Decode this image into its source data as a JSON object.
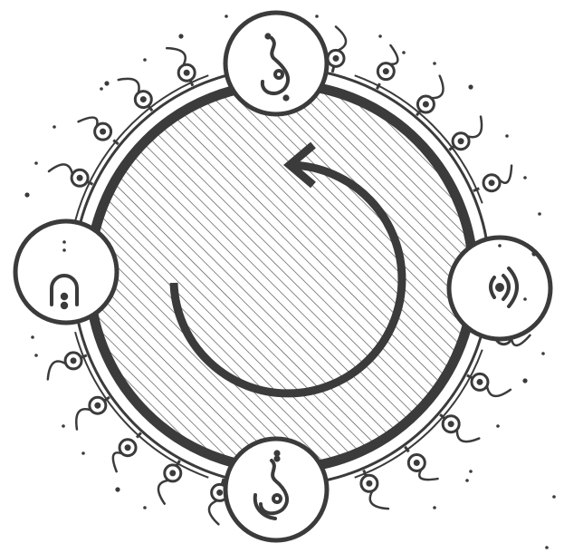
{
  "diagram": {
    "colors": {
      "ink": "#3b3b3b",
      "background": "#ffffff",
      "hatch": "#4a4a4a"
    },
    "center_graphic": {
      "type": "circular-arrow",
      "direction": "counterclockwise"
    },
    "nodes": [
      {
        "id": "top",
        "icon": "flame-drop-icon"
      },
      {
        "id": "right",
        "icon": "signal-waves-icon"
      },
      {
        "id": "bottom",
        "icon": "flame-swirl-icon"
      },
      {
        "id": "left",
        "icon": "arch-dots-icon"
      }
    ],
    "ring_decoration": "circuit-swirls"
  }
}
